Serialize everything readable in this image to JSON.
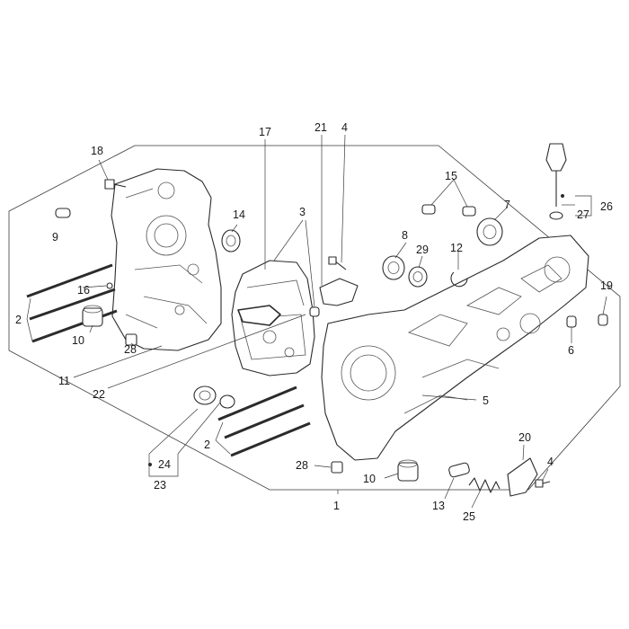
{
  "callouts": {
    "c1": "1",
    "c2a": "2",
    "c2b": "2",
    "c3": "3",
    "c4a": "4",
    "c4b": "4",
    "c5": "5",
    "c6": "6",
    "c7": "7",
    "c8": "8",
    "c9": "9",
    "c10a": "10",
    "c10b": "10",
    "c11": "11",
    "c12": "12",
    "c14": "14",
    "c15": "15",
    "c16": "16",
    "c17": "17",
    "c18": "18",
    "c19": "19",
    "c20": "20",
    "c21": "21",
    "c22": "22",
    "c23": "23",
    "c24": "24",
    "c25": "25",
    "c26": "26",
    "c27": "27",
    "c28a": "28",
    "c28b": "28",
    "c29": "29",
    "c13": "13"
  },
  "colors": {
    "line": "#2b2b2b",
    "background": "#ffffff"
  }
}
